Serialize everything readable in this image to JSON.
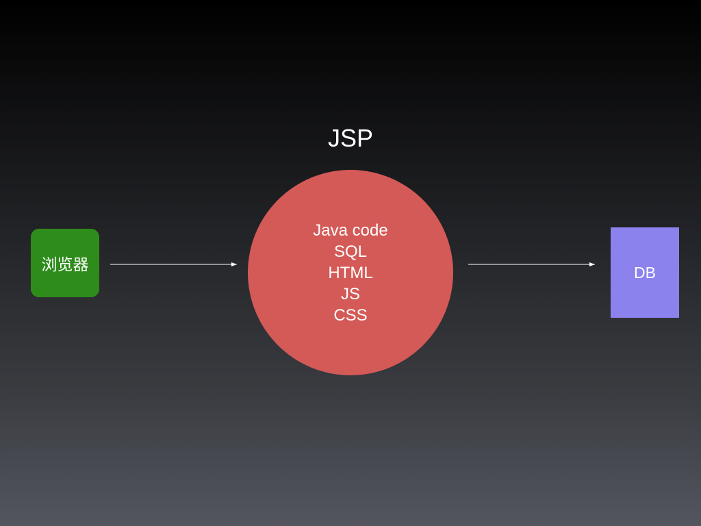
{
  "title": "JSP",
  "browser": {
    "label": "浏览器"
  },
  "jsp_circle": {
    "lines": [
      "Java code",
      "SQL",
      "HTML",
      "JS",
      "CSS"
    ]
  },
  "db": {
    "label": "DB"
  },
  "colors": {
    "browser": "#2e8c1b",
    "circle": "#d45a57",
    "db": "#8b82ee",
    "arrow": "#ffffff"
  }
}
